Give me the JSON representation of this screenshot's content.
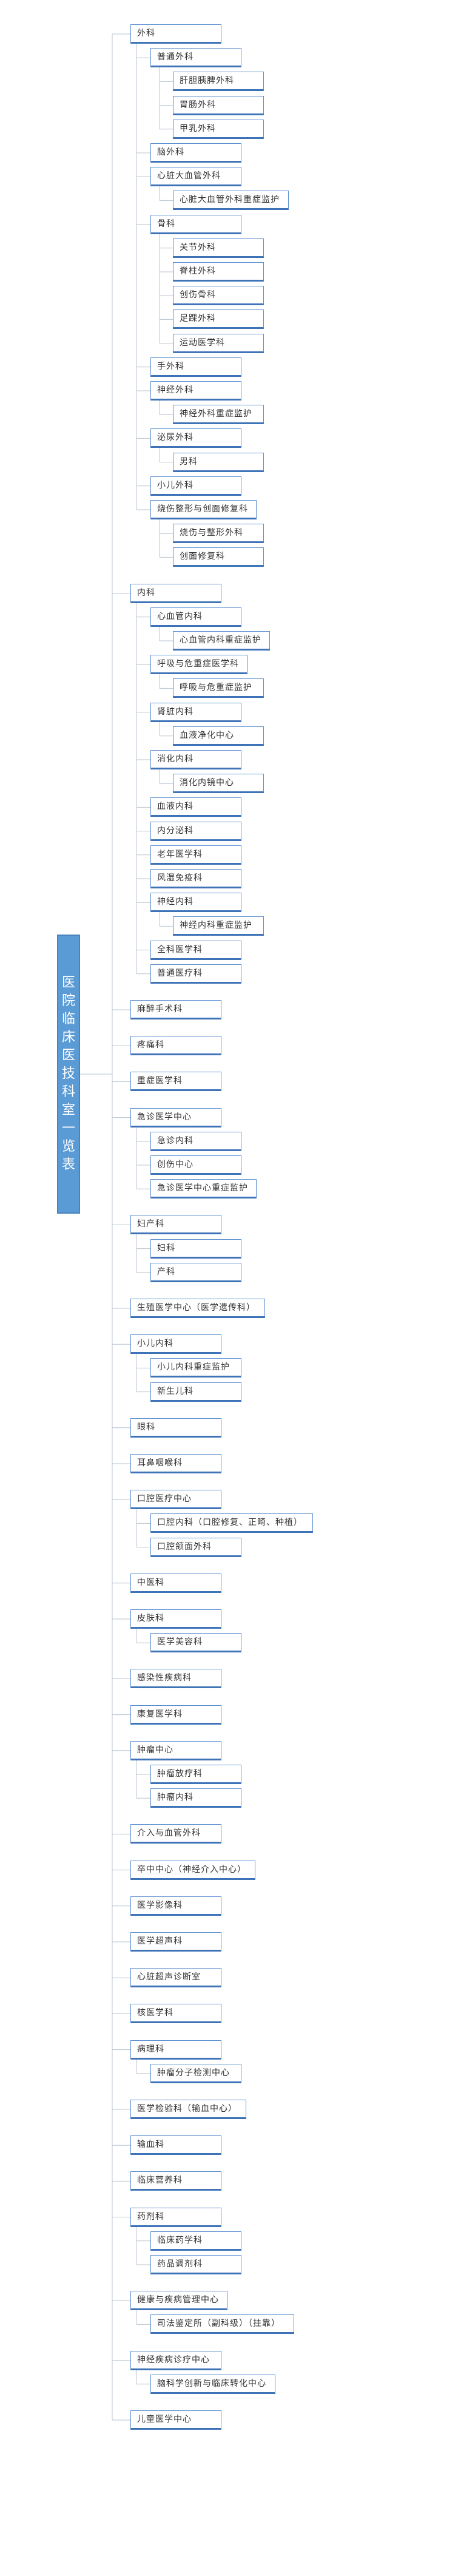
{
  "root": {
    "title": "医院临床医技科室一览表"
  },
  "branches": [
    {
      "label": "外科",
      "children": [
        {
          "label": "普通外科",
          "children": [
            {
              "label": "肝胆胰脾外科"
            },
            {
              "label": "胃肠外科"
            },
            {
              "label": "甲乳外科"
            }
          ]
        },
        {
          "label": "脑外科"
        },
        {
          "label": "心脏大血管外科",
          "children": [
            {
              "label": "心脏大血管外科重症监护"
            }
          ]
        },
        {
          "label": "骨科",
          "children": [
            {
              "label": "关节外科"
            },
            {
              "label": "脊柱外科"
            },
            {
              "label": "创伤骨科"
            },
            {
              "label": "足踝外科"
            },
            {
              "label": "运动医学科"
            }
          ]
        },
        {
          "label": "手外科"
        },
        {
          "label": "神经外科",
          "children": [
            {
              "label": "神经外科重症监护"
            }
          ]
        },
        {
          "label": "泌尿外科",
          "children": [
            {
              "label": "男科"
            }
          ]
        },
        {
          "label": "小儿外科"
        },
        {
          "label": "烧伤整形与创面修复科",
          "children": [
            {
              "label": "烧伤与整形外科"
            },
            {
              "label": "创面修复科"
            }
          ]
        }
      ]
    },
    {
      "label": "内科",
      "children": [
        {
          "label": "心血管内科",
          "children": [
            {
              "label": "心血管内科重症监护"
            }
          ]
        },
        {
          "label": "呼吸与危重症医学科",
          "children": [
            {
              "label": "呼吸与危重症监护"
            }
          ]
        },
        {
          "label": "肾脏内科",
          "children": [
            {
              "label": "血液净化中心"
            }
          ]
        },
        {
          "label": "消化内科",
          "children": [
            {
              "label": "消化内镜中心"
            }
          ]
        },
        {
          "label": "血液内科"
        },
        {
          "label": "内分泌科"
        },
        {
          "label": "老年医学科"
        },
        {
          "label": "风湿免疫科"
        },
        {
          "label": "神经内科",
          "children": [
            {
              "label": "神经内科重症监护"
            }
          ]
        },
        {
          "label": "全科医学科"
        },
        {
          "label": "普通医疗科"
        }
      ]
    },
    {
      "label": "麻醉手术科"
    },
    {
      "label": "疼痛科"
    },
    {
      "label": "重症医学科"
    },
    {
      "label": "急诊医学中心",
      "children": [
        {
          "label": "急诊内科"
        },
        {
          "label": "创伤中心"
        },
        {
          "label": "急诊医学中心重症监护"
        }
      ]
    },
    {
      "label": "妇产科",
      "children": [
        {
          "label": "妇科"
        },
        {
          "label": "产科"
        }
      ]
    },
    {
      "label": "生殖医学中心（医学遗传科）"
    },
    {
      "label": "小儿内科",
      "children": [
        {
          "label": "小儿内科重症监护"
        },
        {
          "label": "新生儿科"
        }
      ]
    },
    {
      "label": "眼科"
    },
    {
      "label": "耳鼻咽喉科"
    },
    {
      "label": "口腔医疗中心",
      "children": [
        {
          "label": "口腔内科（口腔修复、正畸、种植）"
        },
        {
          "label": "口腔颌面外科"
        }
      ]
    },
    {
      "label": "中医科"
    },
    {
      "label": "皮肤科",
      "children": [
        {
          "label": "医学美容科"
        }
      ]
    },
    {
      "label": "感染性疾病科"
    },
    {
      "label": "康复医学科"
    },
    {
      "label": "肿瘤中心",
      "children": [
        {
          "label": "肿瘤放疗科"
        },
        {
          "label": "肿瘤内科"
        }
      ]
    },
    {
      "label": "介入与血管外科"
    },
    {
      "label": "卒中中心（神经介入中心）"
    },
    {
      "label": "医学影像科"
    },
    {
      "label": "医学超声科"
    },
    {
      "label": "心脏超声诊断室"
    },
    {
      "label": "核医学科"
    },
    {
      "label": "病理科",
      "children": [
        {
          "label": "肿瘤分子检测中心"
        }
      ]
    },
    {
      "label": "医学检验科（输血中心）"
    },
    {
      "label": "输血科"
    },
    {
      "label": "临床营养科"
    },
    {
      "label": "药剂科",
      "children": [
        {
          "label": "临床药学科"
        },
        {
          "label": "药品调剂科"
        }
      ]
    },
    {
      "label": "健康与疾病管理中心",
      "children": [
        {
          "label": "司法鉴定所（副科级）（挂靠）"
        }
      ]
    },
    {
      "label": "神经疾病诊疗中心",
      "children": [
        {
          "label": "脑科学创新与临床转化中心"
        }
      ]
    },
    {
      "label": "儿童医学中心"
    }
  ]
}
